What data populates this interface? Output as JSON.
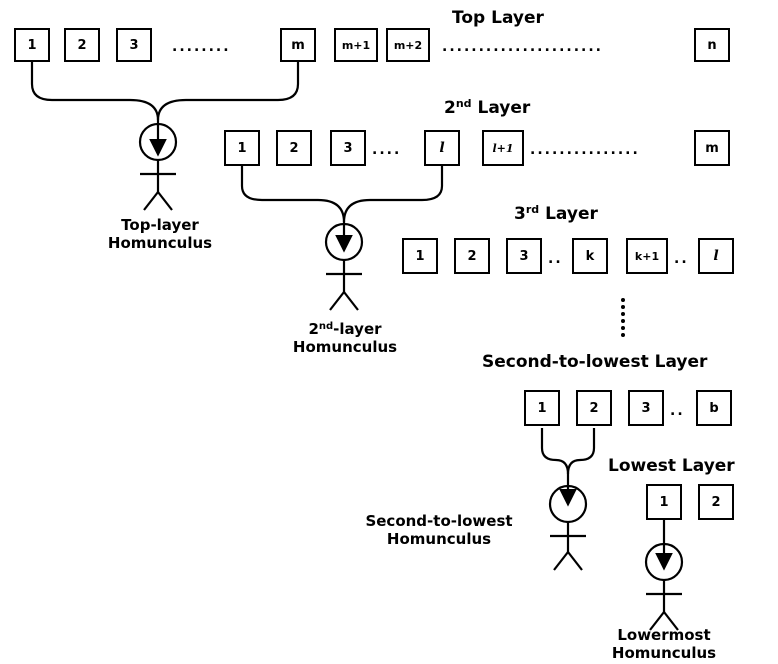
{
  "top_layer": {
    "title": "Top Layer",
    "boxes": [
      "1",
      "2",
      "3",
      "m",
      "m+1",
      "m+2",
      "n"
    ],
    "caption_line1": "Top-layer",
    "caption_line2": "Homunculus"
  },
  "second_layer": {
    "title_main": "2",
    "title_sup": "nd",
    "title_rest": " Layer",
    "boxes": [
      "1",
      "2",
      "3",
      "l",
      "l+1",
      "m"
    ],
    "caption_main": "2",
    "caption_sup": "nd",
    "caption_rest": "-layer",
    "caption_line2": "Homunculus"
  },
  "third_layer": {
    "title_main": "3",
    "title_sup": "rd",
    "title_rest": " Layer",
    "boxes": [
      "1",
      "2",
      "3",
      "k",
      "k+1",
      "l"
    ]
  },
  "second_to_lowest_layer": {
    "title": "Second-to-lowest Layer",
    "boxes": [
      "1",
      "2",
      "3",
      "b"
    ],
    "caption_line1": "Second-to-lowest",
    "caption_line2": "Homunculus"
  },
  "lowest_layer": {
    "title": "Lowest Layer",
    "boxes": [
      "1",
      "2"
    ],
    "caption_line1": "Lowermost",
    "caption_line2": "Homunculus"
  },
  "separators": {
    "dots_long": "........",
    "dots_very_long": "......................",
    "dots_mid": "....",
    "dots_row2_long": "...............",
    "dots_short": ".."
  }
}
